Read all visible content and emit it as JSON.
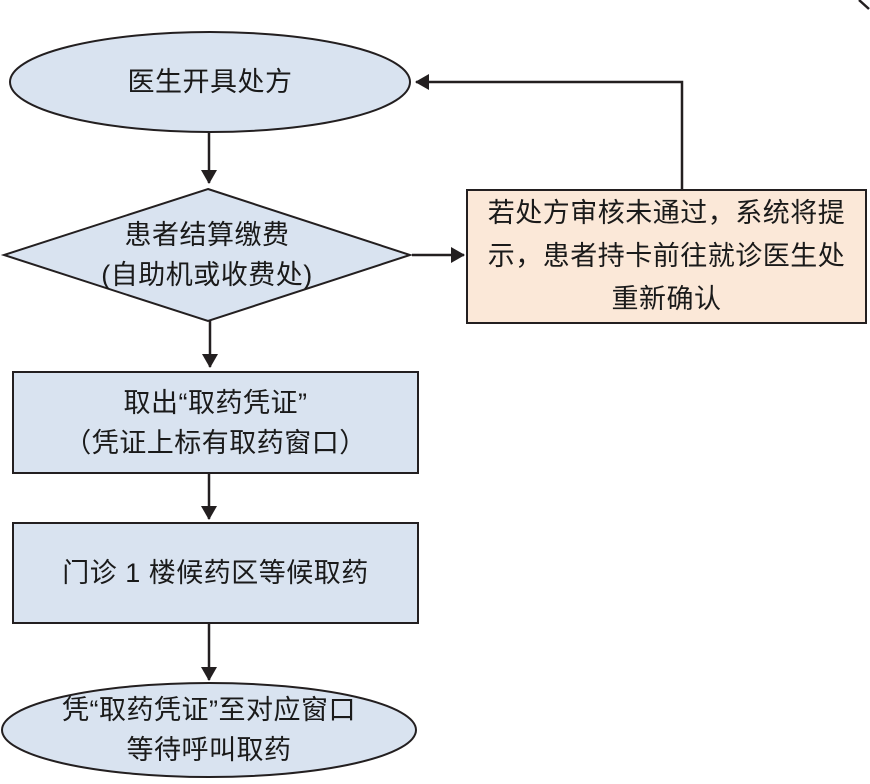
{
  "colors": {
    "node_fill": "#d9e3f0",
    "note_fill": "#fbe8d8",
    "stroke": "#231f20",
    "text": "#1a1a1a"
  },
  "nodes": {
    "start": {
      "label": "医生开具处方"
    },
    "decision": {
      "line1": "患者结算缴费",
      "line2": "(自助机或收费处)"
    },
    "note": {
      "line1": "若处方审核未通过，系统将提",
      "line2": "示，患者持卡前往就诊医生处",
      "line3": "重新确认"
    },
    "voucher": {
      "line1": "取出“取药凭证”",
      "line2": "（凭证上标有取药窗口）"
    },
    "wait": {
      "label": "门诊 1 楼候药区等候取药"
    },
    "end": {
      "line1": "凭“取药凭证”至对应窗口",
      "line2": "等待呼叫取药"
    }
  }
}
